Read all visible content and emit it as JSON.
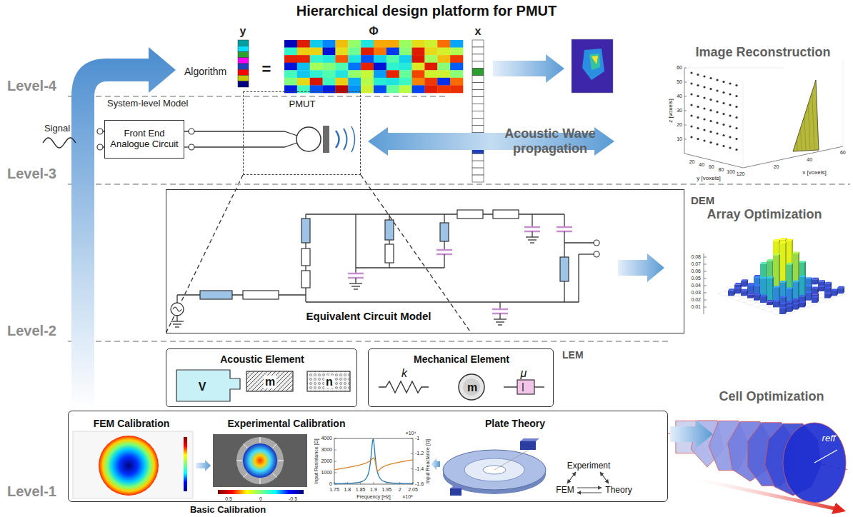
{
  "diagram": {
    "title": "Hierarchical design platform for PMUT",
    "nodes": [
      {
        "text": [
          "Front End Analogue Circuit"
        ]
      },
      {
        "text": [
          "PMUT"
        ]
      },
      {
        "text": [
          "DEM",
          "Equivalent Circuit Model"
        ]
      },
      {
        "text": [
          "Acoustic Element",
          "V",
          "m",
          "n"
        ]
      },
      {
        "text": [
          "Mechanical Element",
          "k",
          "m",
          "μ"
        ]
      },
      {
        "text": [
          "FEM Calibration",
          "Experimental Calibration",
          "Plate Theory",
          "Experiment",
          "FEM",
          "Theory",
          "Basic Calibration"
        ]
      }
    ],
    "edges": [
      {
        "from": 0,
        "to": 1,
        "arrow": "none"
      },
      {
        "from": 1,
        "to": 2,
        "arrow": "none"
      },
      {
        "from": 1,
        "to": 2,
        "arrow": "none"
      }
    ],
    "labels": [
      "Level-4",
      "Level-3",
      "Level-2",
      "Level-1",
      "Algorithm",
      "y",
      "Φ",
      "x",
      "=",
      "System-level Model",
      "Signal",
      "Acoustic Wave propagation",
      "Image Reconstruction",
      "Array Optimization",
      "Cell Optimization",
      "LEM",
      "reff",
      "z [voxels]",
      "y [voxels]",
      "x [voxels]",
      "10",
      "20",
      "30",
      "40",
      "50",
      "60",
      "20",
      "40",
      "60",
      "80",
      "100",
      "120",
      "20",
      "40",
      "60",
      "Input Resistance [Ω]",
      "Input Reactance [Ω]",
      "Frequency [Hz]",
      "4000",
      "3000",
      "2000",
      "1000",
      "0",
      "1.75",
      "1.8",
      "1.85",
      "1.9",
      "1.95",
      "2",
      "2.05",
      "×10⁵",
      "×10⁴",
      "-1",
      "-1.2",
      "-1.4",
      "-1.6",
      "0.5",
      "0",
      "-0.5",
      "0.08",
      "0.07",
      "0.06",
      "0.05",
      "0.04",
      "0.03",
      "0.02",
      "0.01"
    ]
  }
}
